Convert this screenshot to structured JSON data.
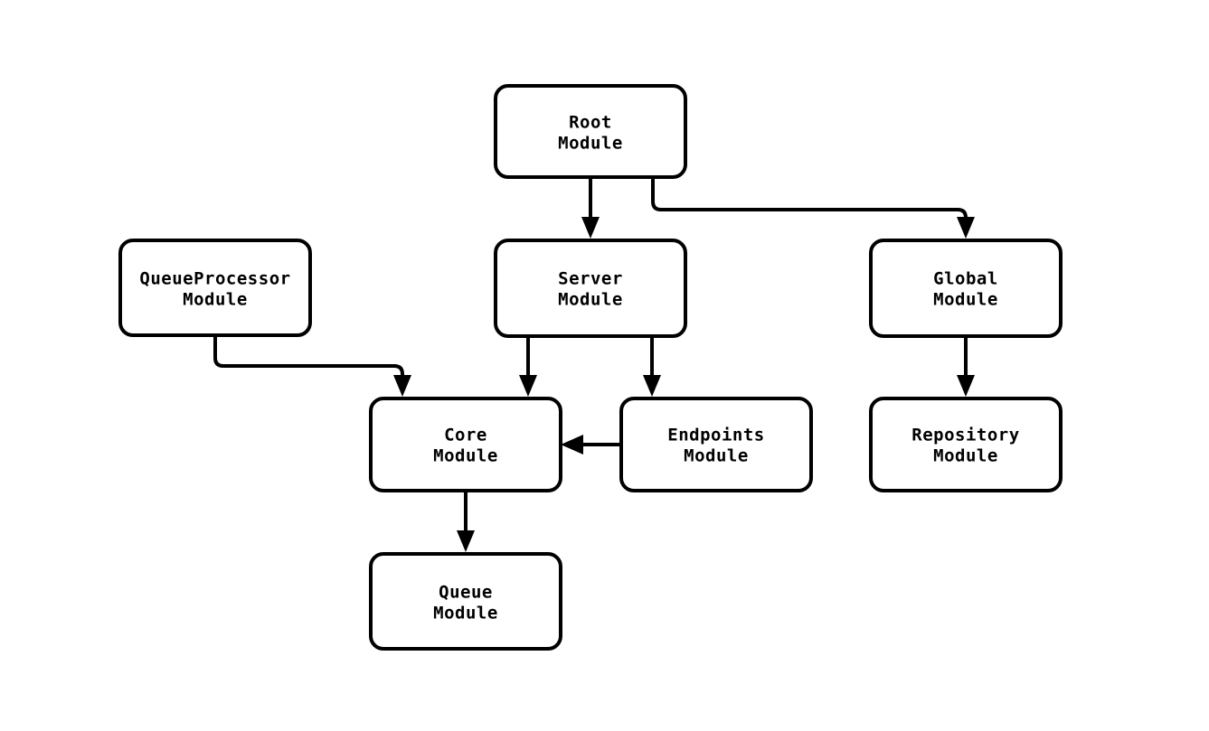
{
  "diagram": {
    "kind": "module-dependency-graph",
    "background_color": "#ffffff",
    "stroke_color": "#000000",
    "fill_color": "#ffffff",
    "nodes": [
      {
        "id": "root",
        "line1": "Root",
        "line2": "Module"
      },
      {
        "id": "queueprocessor",
        "line1": "QueueProcessor",
        "line2": "Module"
      },
      {
        "id": "server",
        "line1": "Server",
        "line2": "Module"
      },
      {
        "id": "global",
        "line1": "Global",
        "line2": "Module"
      },
      {
        "id": "core",
        "line1": "Core",
        "line2": "Module"
      },
      {
        "id": "endpoints",
        "line1": "Endpoints",
        "line2": "Module"
      },
      {
        "id": "repository",
        "line1": "Repository",
        "line2": "Module"
      },
      {
        "id": "queue",
        "line1": "Queue",
        "line2": "Module"
      }
    ],
    "edges": [
      {
        "id": "root-server",
        "from": "Root Module",
        "to": "Server Module"
      },
      {
        "id": "root-global",
        "from": "Root Module",
        "to": "Global Module"
      },
      {
        "id": "queueprocessor-core",
        "from": "QueueProcessor Module",
        "to": "Core Module"
      },
      {
        "id": "server-core",
        "from": "Server Module",
        "to": "Core Module"
      },
      {
        "id": "server-endpoints",
        "from": "Server Module",
        "to": "Endpoints Module"
      },
      {
        "id": "endpoints-core",
        "from": "Endpoints Module",
        "to": "Core Module"
      },
      {
        "id": "global-repository",
        "from": "Global Module",
        "to": "Repository Module"
      },
      {
        "id": "core-queue",
        "from": "Core Module",
        "to": "Queue Module"
      }
    ]
  }
}
